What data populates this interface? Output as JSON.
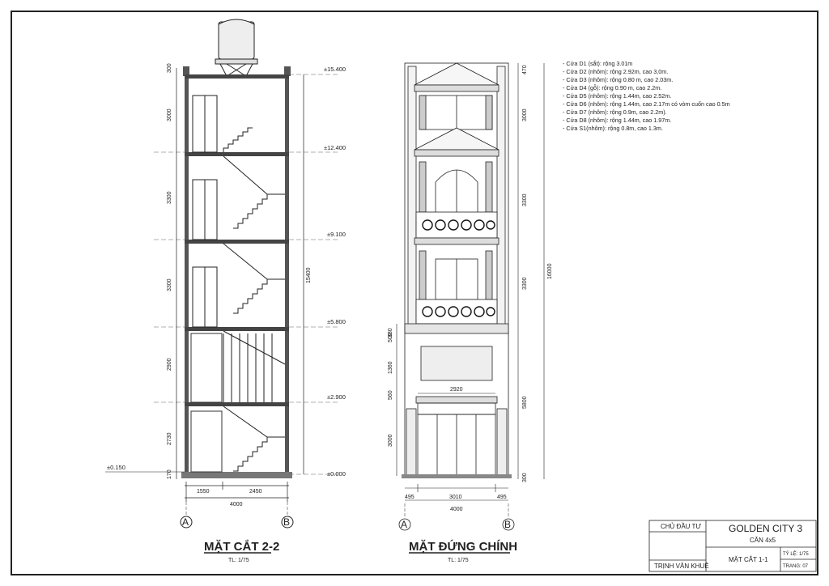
{
  "section": {
    "title": "MẶT CẮT 2-2",
    "scale": "TL: 1/75",
    "levels": [
      "±15.400",
      "±12.400",
      "±9.100",
      "±5.800",
      "±2.900",
      "±0.000"
    ],
    "ground_level": "±0.150",
    "left_dims": [
      "300",
      "3000",
      "3300",
      "3300",
      "2900",
      "2730",
      "170"
    ],
    "total_height": "15400",
    "bottom_dims": [
      "1550",
      "2450"
    ],
    "total_width": "4000",
    "axis_left": "A",
    "axis_right": "B"
  },
  "elevation": {
    "title": "MẶT ĐỨNG CHÍNH",
    "scale": "TL: 1/75",
    "right_dims": [
      "470",
      "3000",
      "3300",
      "3300",
      "5800",
      "300"
    ],
    "total_height": "16000",
    "left_dims": [
      "500",
      "380",
      "1360",
      "560",
      "3000"
    ],
    "opening_width": "2920",
    "bottom_dims": [
      "495",
      "3010",
      "495"
    ],
    "total_width": "4000",
    "axis_left": "A",
    "axis_right": "B"
  },
  "door_notes": [
    "- Cửa D1 (sắt): rộng 3.01m",
    "- Cửa D2 (nhôm): rộng 2.92m, cao 3,0m.",
    "- Cửa D3 (nhôm): rộng 0.80 m, cao 2.03m.",
    "- Cửa D4 (gỗ): rộng 0.90 m, cao 2.2m.",
    "- Cửa D5 (nhôm): rộng 1.44m, cao 2.52m.",
    "- Cửa D6 (nhôm): rộng 1.44m, cao 2.17m có vòm cuốn cao 0.5m",
    "- Cửa D7 (nhôm): rộng 0.9m, cao 2.2m).",
    "- Cửa D8 (nhôm): rộng 1.44m, cao 1.97m.",
    "- Cửa S1(nhôm): rộng 0.8m, cao 1.3m."
  ],
  "title_block": {
    "owner_label": "CHỦ ĐẦU TƯ",
    "owner_name": "TRỊNH VĂN KHUÊ",
    "project": "GOLDEN CITY 3",
    "unit": "CĂN 4x5",
    "drawing": "MẶT CẮT 1-1",
    "scale": "TỶ LỆ: 1/75",
    "page": "TRANG: 07"
  }
}
